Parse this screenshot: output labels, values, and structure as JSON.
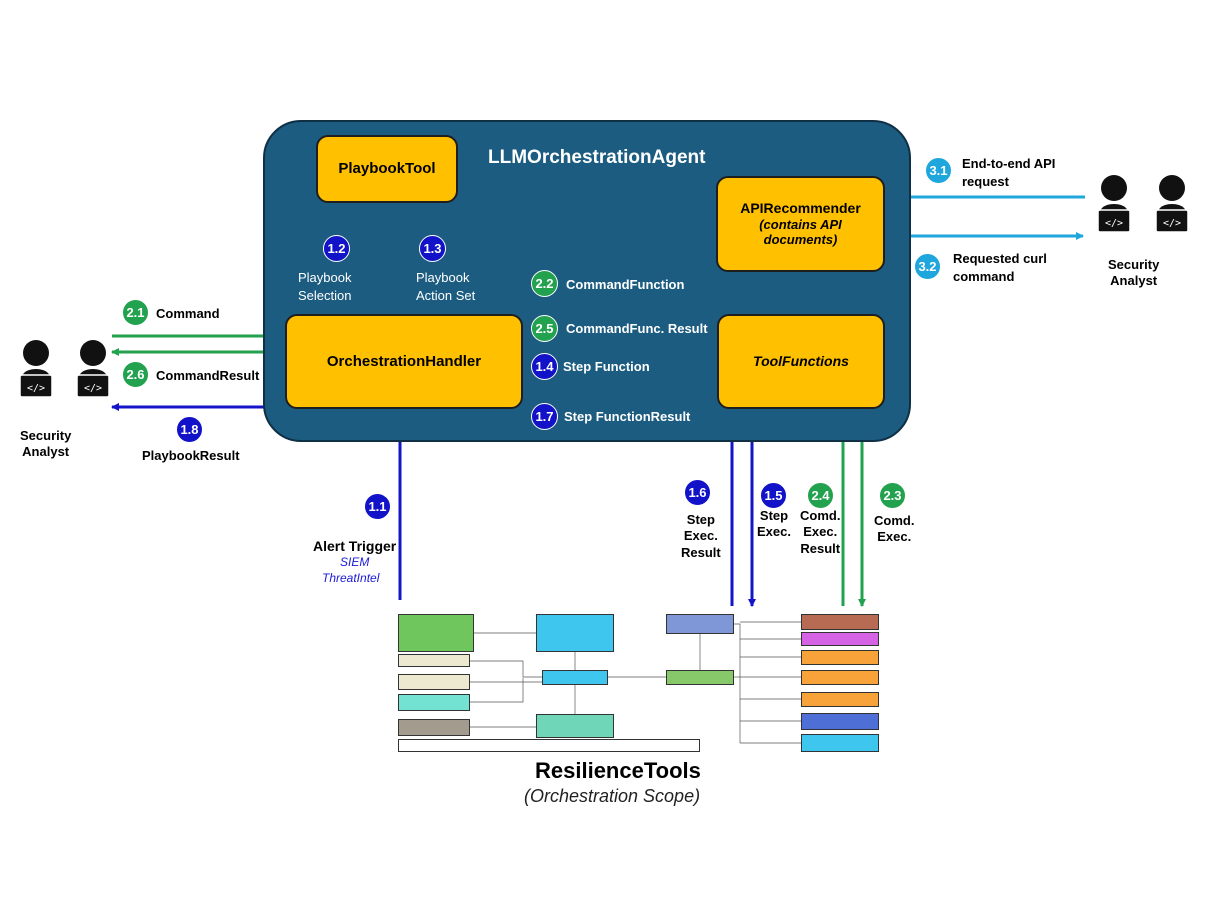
{
  "agent": {
    "title": "LLMOrchestrationAgent"
  },
  "boxes": {
    "playbook_tool": "PlaybookTool",
    "orchestration_handler": "OrchestrationHandler",
    "tool_functions": "ToolFunctions",
    "api_recommender_title": "APIRecommender",
    "api_recommender_note_1": "(contains API",
    "api_recommender_note_2": "documents)"
  },
  "steps": {
    "s1_1": {
      "id": "1.1",
      "label": "Alert Trigger"
    },
    "s1_2": {
      "id": "1.2",
      "line1": "Playbook",
      "line2": "Selection"
    },
    "s1_3": {
      "id": "1.3",
      "line1": "Playbook",
      "line2": "Action Set"
    },
    "s1_4": {
      "id": "1.4",
      "label": "Step Function"
    },
    "s1_5": {
      "id": "1.5",
      "line1": "Step",
      "line2": "Exec."
    },
    "s1_6": {
      "id": "1.6",
      "line1": "Step",
      "line2": "Exec.",
      "line3": "Result"
    },
    "s1_7": {
      "id": "1.7",
      "label": "Step FunctionResult"
    },
    "s1_8": {
      "id": "1.8",
      "label": "PlaybookResult"
    },
    "s2_1": {
      "id": "2.1",
      "label": "Command"
    },
    "s2_2": {
      "id": "2.2",
      "label": "CommandFunction"
    },
    "s2_3": {
      "id": "2.3",
      "line1": "Comd.",
      "line2": "Exec."
    },
    "s2_4": {
      "id": "2.4",
      "line1": "Comd.",
      "line2": "Exec.",
      "line3": "Result"
    },
    "s2_5": {
      "id": "2.5",
      "label": "CommandFunc. Result"
    },
    "s2_6": {
      "id": "2.6",
      "label": "CommandResult"
    },
    "s3_1": {
      "id": "3.1",
      "line1": "End-to-end API",
      "line2": "request"
    },
    "s3_2": {
      "id": "3.2",
      "line1": "Requested curl",
      "line2": "command"
    }
  },
  "alert_sources": [
    "SIEM",
    "ThreatIntel"
  ],
  "analyst_left": {
    "line1": "Security",
    "line2": "Analyst"
  },
  "analyst_right": {
    "line1": "Security",
    "line2": "Analyst"
  },
  "resilience": {
    "title": "ResilienceTools",
    "subtitle": "(Orchestration Scope)"
  },
  "colors": {
    "panel": "#1b5c80",
    "box": "#ffc000",
    "blue_arrow": "#1414c8",
    "green_arrow": "#22a24e",
    "cyan_arrow": "#1ea6dd"
  },
  "icons": [
    "person-laptop-icon",
    "code-icon"
  ]
}
